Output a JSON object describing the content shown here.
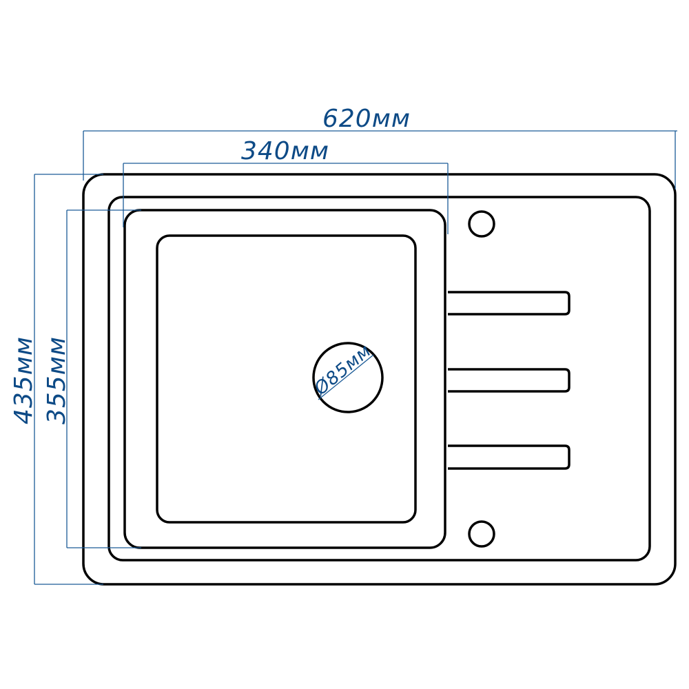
{
  "diagram": {
    "subject": "sink-dimensions",
    "dimensions": {
      "overall_width": "620мм",
      "bowl_width": "340мм",
      "overall_depth": "435мм",
      "bowl_depth": "355мм",
      "drain_diameter": "Ø85мм"
    },
    "colors": {
      "outline": "#000000",
      "dimension": "#0d4a86"
    }
  }
}
